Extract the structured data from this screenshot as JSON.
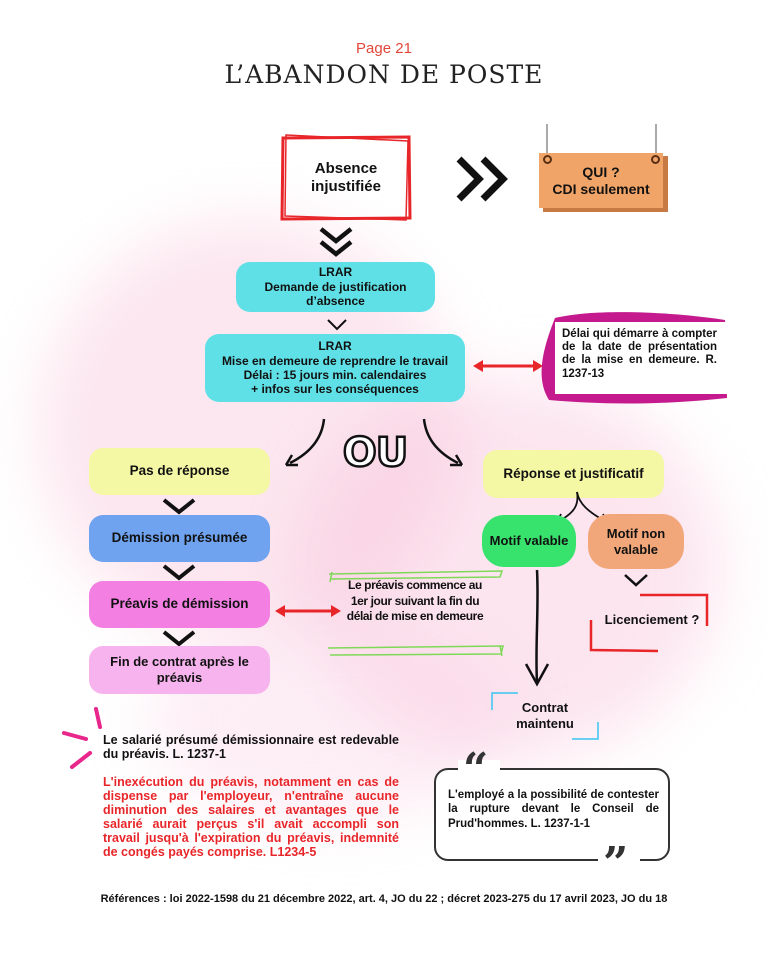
{
  "header": {
    "page_number": "Page 21",
    "title": "L’ABANDON DE POSTE"
  },
  "nodes": {
    "absence": "Absence injustifiée",
    "qui_line1": "QUI ?",
    "qui_line2": "CDI seulement",
    "lrar1_title": "LRAR",
    "lrar1_text": "Demande de justification d’absence",
    "lrar2_title": "LRAR",
    "lrar2_line1": "Mise en demeure de reprendre le travail",
    "lrar2_line2": "Délai : 15 jours min. calendaires",
    "lrar2_line3": "+ infos sur les conséquences",
    "delai_note": "Délai qui démarre à compter de la date de présentation de la mise en demeure. R. 1237-13",
    "ou": "OU",
    "pas_reponse": "Pas de réponse",
    "demission": "Démission présumée",
    "preavis": "Préavis de démission",
    "fin_contrat": "Fin de contrat après le préavis",
    "preavis_note": "Le préavis commence au 1er jour suivant la fin du délai de mise en demeure",
    "reponse": "Réponse et justificatif",
    "motif_valable": "Motif valable",
    "motif_non": "Motif non valable",
    "licenciement": "Licenciement ?",
    "contrat_maintenu": "Contrat maintenu"
  },
  "notes": {
    "salarie": "Le salarié présumé démissionnaire est redevable du préavis. L. 1237-1",
    "inexecution": "L'inexécution du préavis, notamment en cas de dispense par l'employeur, n'entraîne aucune diminution des salaires et avantages que le salarié aurait perçus s'il avait accompli son travail jusqu'à l'expiration du préavis, indemnité de congés payés comprise. L1234-5",
    "quote": "L'employé a la possibilité de contester la rupture devant le Conseil de Prud'hommes. L. 1237-1-1"
  },
  "footer": {
    "references": "Références : loi 2022-1598 du 21 décembre 2022, art. 4, JO du 22 ; décret 2023-275 du 17 avril 2023, JO du 18"
  },
  "colors": {
    "cyan": "#5fe0e6",
    "yellow": "#f4f7a4",
    "blue": "#6fa3f0",
    "pink": "#f37fe3",
    "green": "#37e26d",
    "peach": "#f2a77a",
    "red": "#e8262a",
    "orange_box": "#f0a467"
  }
}
